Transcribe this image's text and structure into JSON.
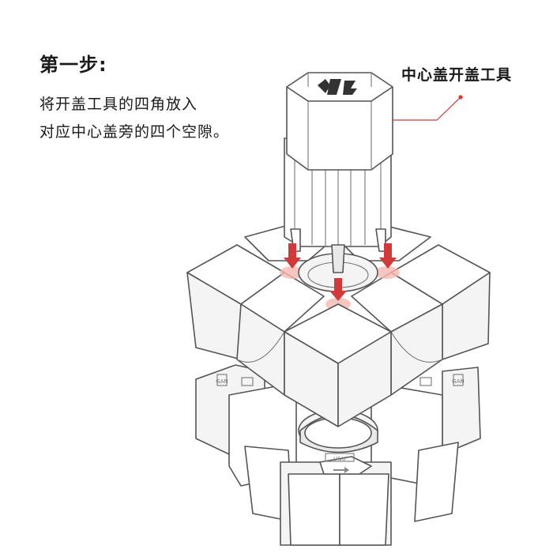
{
  "step": {
    "title": "第一步:"
  },
  "instructions": [
    "将开盖工具的四角放入",
    "对应中心盖旁的四个空隙。"
  ],
  "callout": {
    "label": "中心盖开盖工具"
  },
  "colors": {
    "arrow": "#d23a3a",
    "gap_glow": "#f5b8b0",
    "callout_line": "#d23a3a",
    "outline": "#555555"
  },
  "icons": [
    "tool-logo-icon",
    "arrow-down-icon",
    "side-logo-icon"
  ]
}
